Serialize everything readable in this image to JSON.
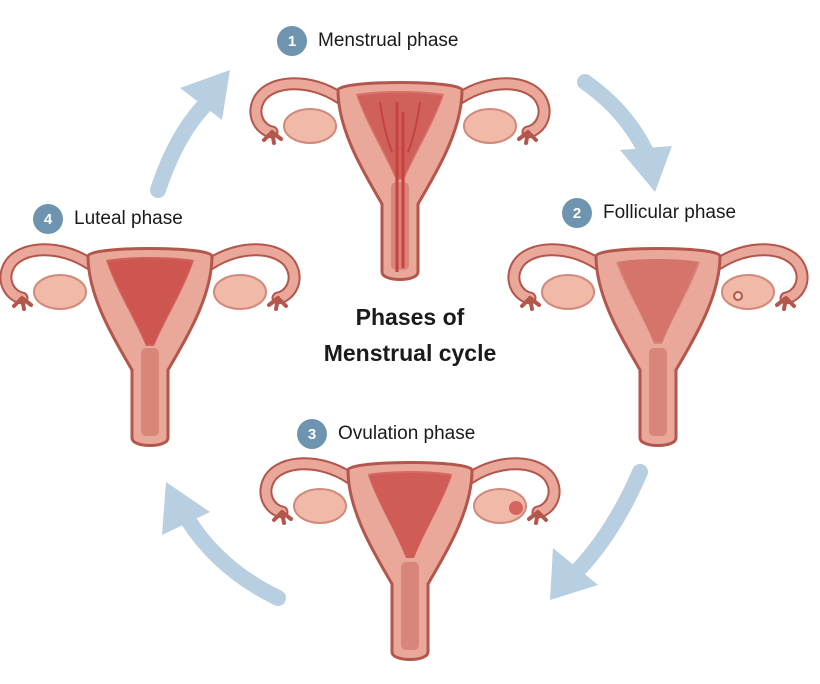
{
  "title": {
    "line1": "Phases of",
    "line2": "Menstrual cycle"
  },
  "phases": [
    {
      "number": "1",
      "label": "Menstrual phase"
    },
    {
      "number": "2",
      "label": "Follicular phase"
    },
    {
      "number": "3",
      "label": "Ovulation phase"
    },
    {
      "number": "4",
      "label": "Luteal phase"
    }
  ],
  "colors": {
    "arrow": "#b7cfe0",
    "badge": "#6f94b0",
    "tissue_outer": "#e9a89a",
    "tissue_inner": "#d8867a",
    "lining": "#c9413f",
    "ovary": "#f1b9a8",
    "outline": "#b3564b"
  }
}
